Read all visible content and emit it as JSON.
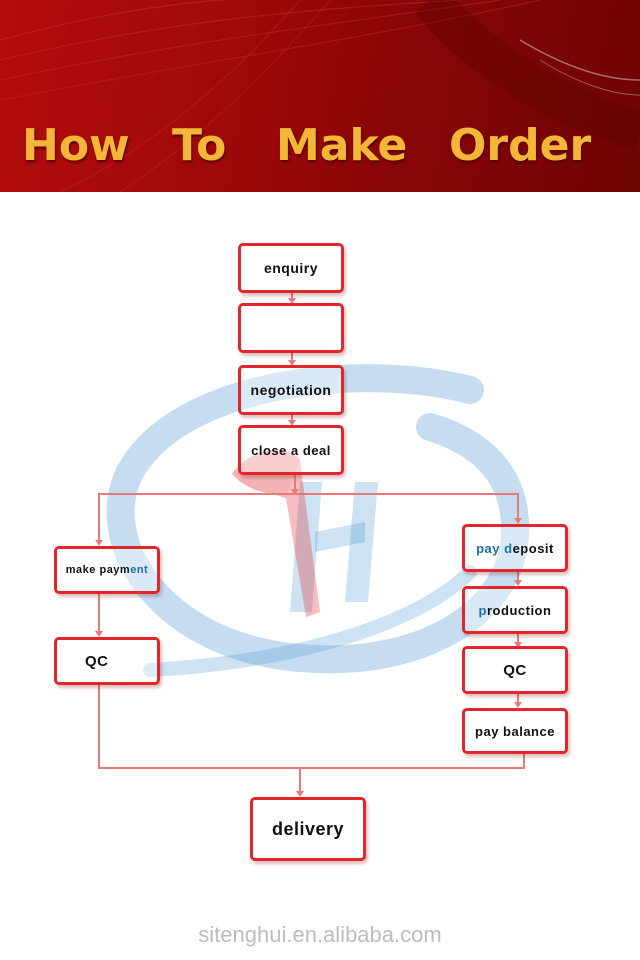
{
  "banner": {
    "words": [
      "How",
      "To",
      "Make",
      "Order"
    ]
  },
  "flow": {
    "enquiry": "enquiry",
    "blank": "",
    "negotiation": "negotiation",
    "close_deal": "close a deal",
    "left": {
      "make_payment": {
        "plain": "make paym",
        "blue": "ent"
      },
      "qc": "QC"
    },
    "right": {
      "pay_deposit": {
        "blue": "pay d",
        "plain": "eposit"
      },
      "production": {
        "blue": "p",
        "plain": "roduction"
      },
      "qc": "QC",
      "pay_balance": "pay balance"
    },
    "delivery": "delivery"
  },
  "footer": {
    "site": "sitenghui.en.alibaba.com"
  },
  "colors": {
    "box_border": "#e3262b",
    "connector": "#e87a7a",
    "title_gold": "#f2b736",
    "banner_red": "#a00909",
    "watermark_blue": "#5b9fd6"
  }
}
